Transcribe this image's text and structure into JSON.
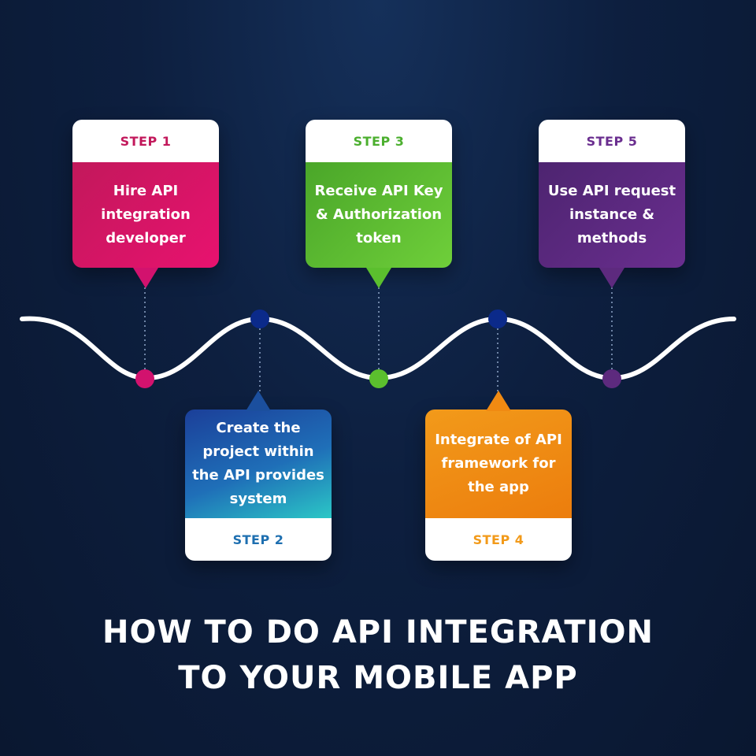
{
  "title": {
    "line1": "HOW TO DO API INTEGRATION",
    "line2": "TO YOUR MOBILE APP"
  },
  "steps": [
    {
      "label": "STEP 1",
      "text": "Hire API integration developer",
      "color": "#d2126e",
      "labelColor": "#c2185b"
    },
    {
      "label": "STEP 2",
      "text": "Create the project within the API provides system",
      "color": "#1f6fb8",
      "labelColor": "#1e6fb0"
    },
    {
      "label": "STEP 3",
      "text": "Receive API Key & Authorization token",
      "color": "#5bbf2e",
      "labelColor": "#4caf2f"
    },
    {
      "label": "STEP 4",
      "text": "Integrate of API framework for the app",
      "color": "#f08a12",
      "labelColor": "#f29a1a"
    },
    {
      "label": "STEP 5",
      "text": "Use API request instance & methods",
      "color": "#5d2a7e",
      "labelColor": "#6a2e8f"
    }
  ],
  "colors": {
    "background": "#0d1f3f",
    "wave": "#ffffff",
    "dot_navy": "#0b2a8a"
  }
}
